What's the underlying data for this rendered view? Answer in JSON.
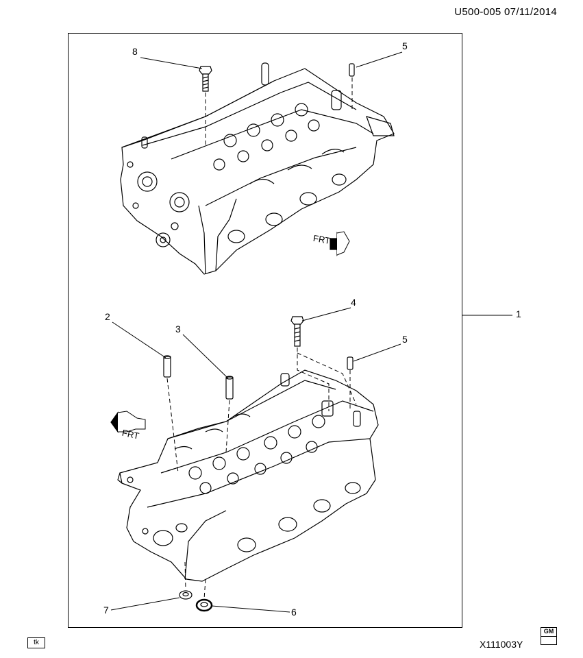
{
  "header": {
    "doc_code": "U500-005  07/11/2014"
  },
  "callouts": {
    "c1": "1",
    "c2": "2",
    "c3": "3",
    "c4": "4",
    "c5a": "5",
    "c5b": "5",
    "c6": "6",
    "c7": "7",
    "c8": "8"
  },
  "direction_labels": {
    "upper": "FRT",
    "lower": "FRT"
  },
  "footer": {
    "tag": "tk",
    "figure_id": "X111003Y",
    "logo_text": "GM"
  }
}
